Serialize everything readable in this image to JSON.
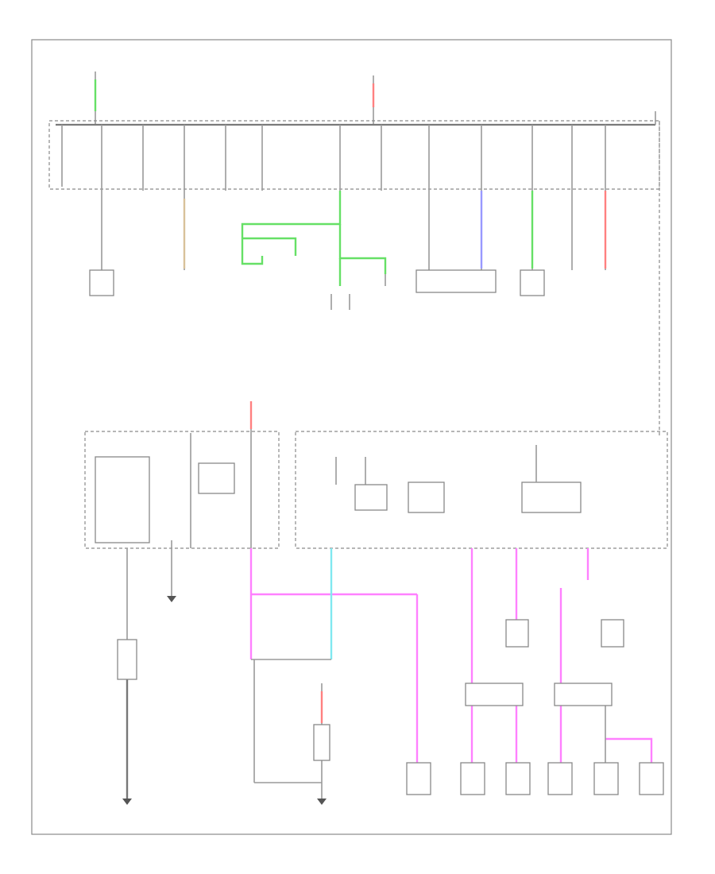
{
  "page_number": "",
  "legend_items": [],
  "wire_colors": {
    "green": "#66e066",
    "red": "#ff8080",
    "blue": "#9999ff",
    "pink": "#ff80ff",
    "cyan": "#80e8f0",
    "tan": "#d8c29a",
    "wire": "#9a9a9a",
    "frame": "#8a8a8a"
  },
  "icons": [
    "ground-symbol",
    "fuse-symbol",
    "relay-symbol",
    "connector-symbol"
  ]
}
